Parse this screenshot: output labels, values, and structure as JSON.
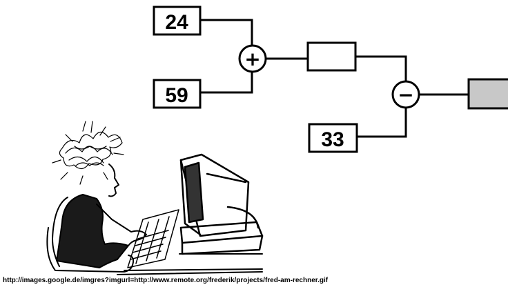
{
  "diagram": {
    "inputs": {
      "a": "24",
      "b": "59",
      "c": "33"
    },
    "operators": {
      "add": "+",
      "subtract": "−"
    },
    "result_box_fill": "#c8c8c8",
    "intermediate_box_fill": "#ffffff",
    "illustration": "person-at-computer"
  },
  "caption": {
    "source_url": "http://images.google.de/imgres?imgurl=http://www.remote.org/frederik/projects/fred-am-rechner.gif"
  }
}
